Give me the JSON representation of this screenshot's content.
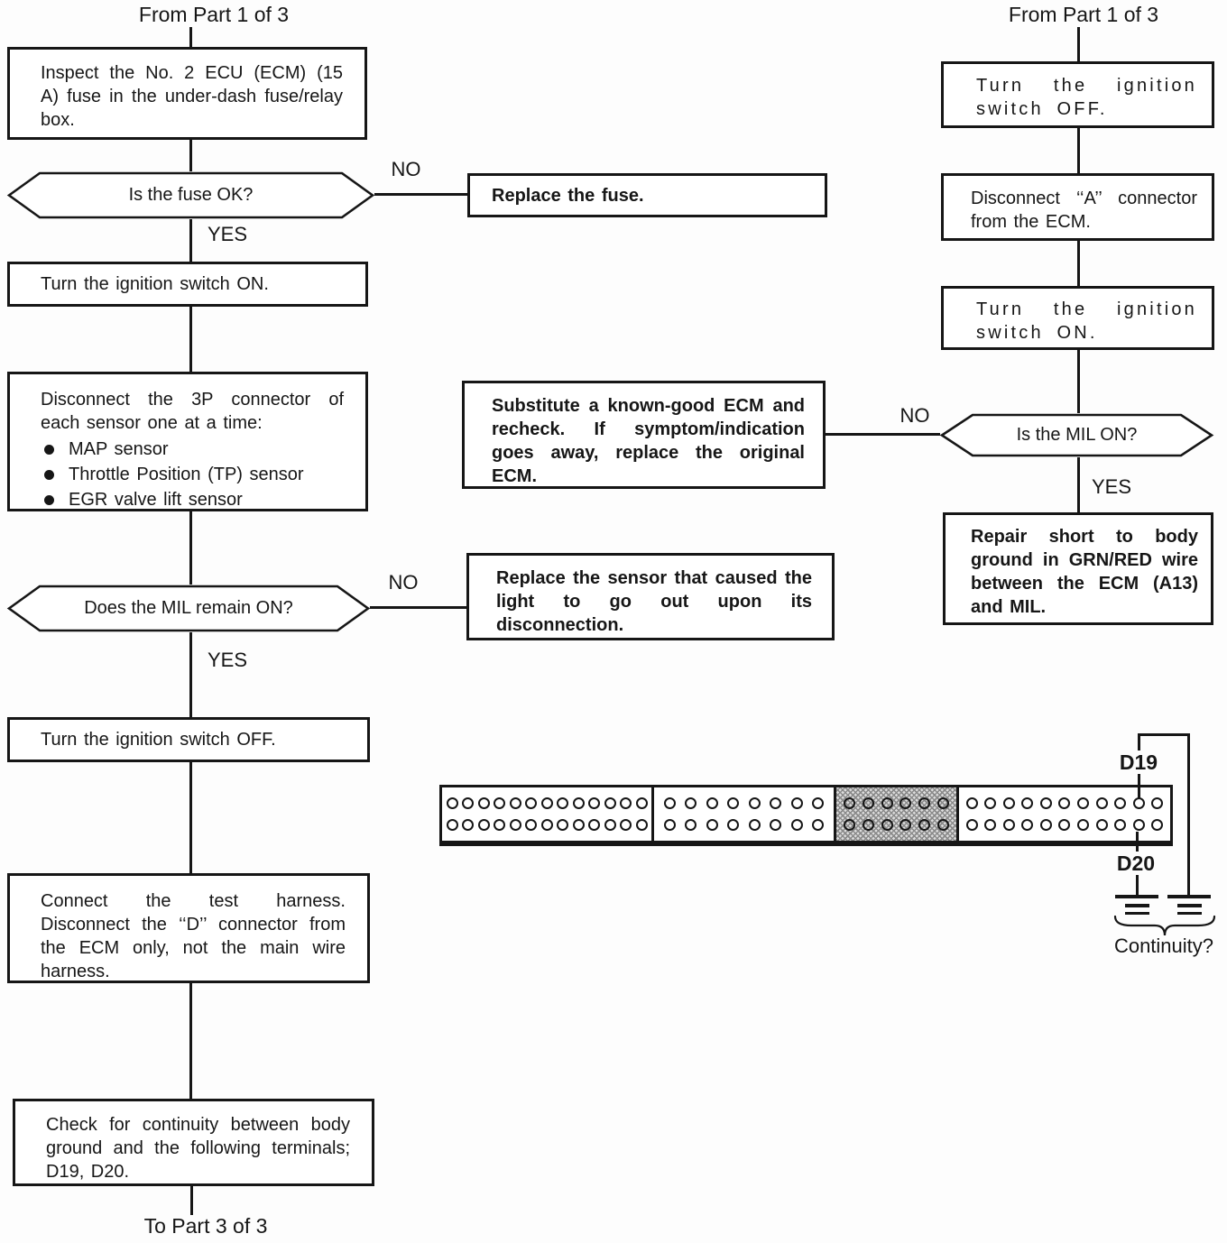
{
  "colors": {
    "ink": "#161616",
    "paper": "#fdfdfd"
  },
  "labels": {
    "from_part": "From Part 1 of 3",
    "to_part": "To Part 3 of 3",
    "yes": "YES",
    "no": "NO"
  },
  "left": {
    "inspect_fuse": "Inspect the No. 2 ECU (ECM) (15 A) fuse in the under-dash fuse/relay box.",
    "fuse_ok_q": "Is the fuse OK?",
    "ignition_on": "Turn the ignition switch ON.",
    "disconnect_3p": "Disconnect the 3P connector of each sensor one at a time:",
    "sensors": [
      "MAP sensor",
      "Throttle Position (TP) sensor",
      "EGR valve lift sensor"
    ],
    "mil_remain_q": "Does the MIL remain ON?",
    "ignition_off": "Turn the ignition switch OFF.",
    "connect_harness": "Connect the test harness. Disconnect the ‘‘D’’ connector from the ECM only, not the main wire harness.",
    "check_continuity": "Check for continuity between body ground and the following terminals; D19, D20."
  },
  "middle": {
    "replace_fuse": "Replace the fuse.",
    "substitute_ecm": "Substitute a known-good ECM and recheck. If symptom/indication goes away, replace the original ECM.",
    "replace_sensor": "Replace the sensor that caused the light to go out upon its disconnection."
  },
  "right": {
    "ignition_off": "Turn the ignition switch OFF.",
    "disconnect_a": "Disconnect ‘‘A’’ connector from the ECM.",
    "ignition_on": "Turn the ignition switch ON.",
    "mil_on_q": "Is the MIL ON?",
    "repair_short": "Repair short to body ground in GRN/RED wire between the ECM (A13) and MIL."
  },
  "connector": {
    "segments": [
      {
        "holes": 13,
        "shaded": false
      },
      {
        "holes": 8,
        "shaded": false
      },
      {
        "holes": 6,
        "shaded": true
      },
      {
        "holes": 11,
        "shaded": false
      }
    ],
    "pin_top": "D19",
    "pin_bottom": "D20",
    "continuity": "Continuity?"
  }
}
